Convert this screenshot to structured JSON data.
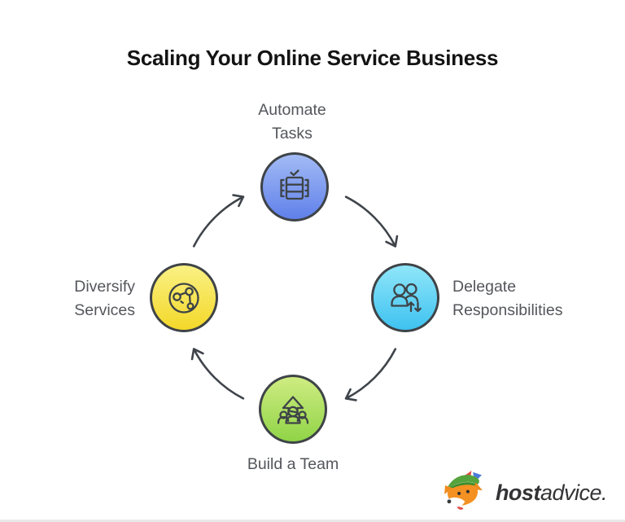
{
  "page": {
    "title": "Scaling Your Online Service Business",
    "background": "#ffffff"
  },
  "diagram": {
    "type": "cycle",
    "direction": "clockwise",
    "arrow_color": "#3f444a",
    "icon_stroke": "#3e4347",
    "cycle_order": [
      "Automate Tasks",
      "Delegate Responsibilities",
      "Build a Team",
      "Diversify Services"
    ],
    "nodes": [
      {
        "id": "automate-tasks",
        "lines": [
          "Automate",
          "Tasks"
        ],
        "position": "top",
        "icon": "server-check-icon",
        "color_top": "#a3bbf5",
        "color_bottom": "#6080ea",
        "border": "#3e4347"
      },
      {
        "id": "delegate-responsibilities",
        "lines": [
          "Delegate",
          "Responsibilities"
        ],
        "position": "right",
        "icon": "people-swap-icon",
        "color_top": "#90e6f9",
        "color_bottom": "#3ec2f0",
        "border": "#3e4347"
      },
      {
        "id": "build-a-team",
        "lines": [
          "Build a Team"
        ],
        "position": "bottom",
        "icon": "team-growth-icon",
        "color_top": "#cfec82",
        "color_bottom": "#90d447",
        "border": "#3e4347"
      },
      {
        "id": "diversify-services",
        "lines": [
          "Diversify",
          "Services"
        ],
        "position": "left",
        "icon": "network-nodes-icon",
        "color_top": "#faf184",
        "color_bottom": "#f3d829",
        "border": "#3e4347"
      }
    ]
  },
  "footer": {
    "logo_bold": "host",
    "logo_regular": "advice."
  }
}
